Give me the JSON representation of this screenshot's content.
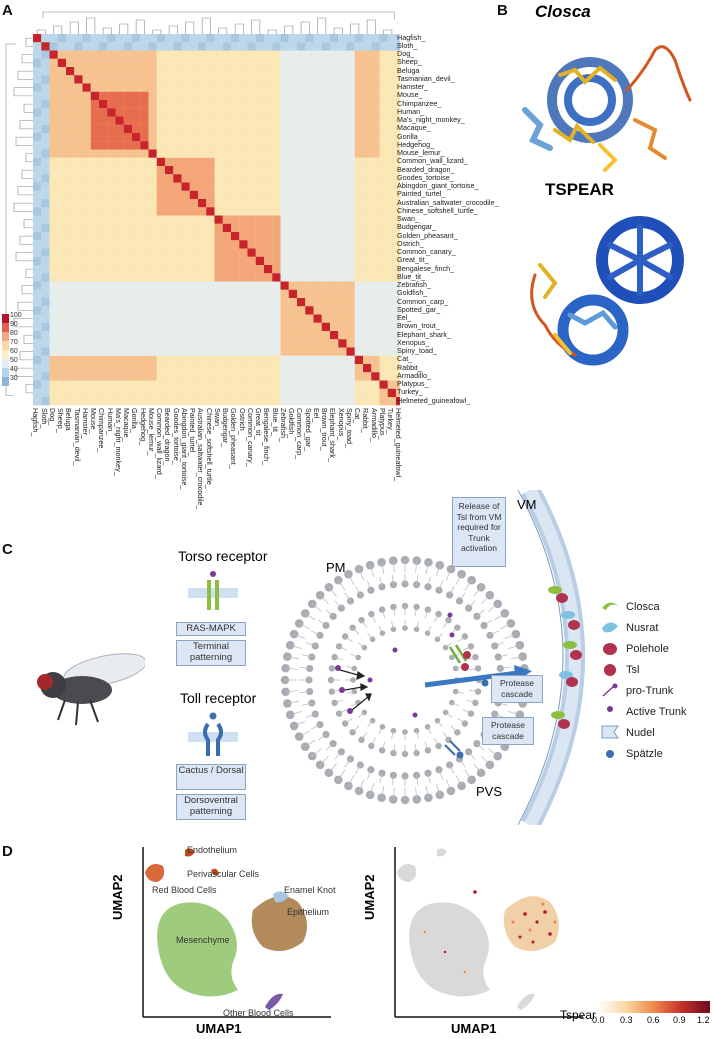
{
  "panels": {
    "a": "A",
    "b": "B",
    "c": "C",
    "d": "D"
  },
  "species": [
    "Hagfish_",
    "Sloth_",
    "Dog_",
    "Sheep_",
    "Beluga",
    "Tasmanian_devil_",
    "Hamster_",
    "Mouse_",
    "Chimpanzee_",
    "Human_",
    "Ma's_night_monkey_",
    "Macaque_",
    "Gorilla_",
    "Hedgehog_",
    "Mouse_lemur_",
    "Common_wall_lizard_",
    "Bearded_dragon_",
    "Goodes_tortoise_",
    "Abingdon_giant_tortoise_",
    "Painted_turtel_",
    "Australian_saltwater_crocodile_",
    "Chinese_softshell_turtle_",
    "Swan_",
    "Budgerigar_",
    "Golden_pheasant_",
    "Ostrich_",
    "Common_canary_",
    "Great_tit_",
    "Bengalese_finch_",
    "Blue_tit_",
    "Zebrafish_",
    "Goldfish_",
    "Common_carp_",
    "Spotted_gar_",
    "Eel_",
    "Brown_trout_",
    "Elephant_shark_",
    "Xenopus_",
    "Spiny_toad_",
    "Cat_",
    "Rabbit_",
    "Armadillo_",
    "Platypus_",
    "Turkey_",
    "Helmeted_guineafowl_"
  ],
  "scale": {
    "labels": [
      "100",
      "90",
      "80",
      "70",
      "60",
      "50",
      "40",
      "30"
    ]
  },
  "structures": {
    "closca_title": "Closca",
    "tspear_title": "TSPEAR"
  },
  "diagram": {
    "torso_title": "Torso receptor",
    "ras_mapk": "RAS-MAPK",
    "terminal": "Terminal patterning",
    "toll_title": "Toll receptor",
    "cactus": "Cactus / Dorsal",
    "dorsoventral": "Dorsoventral patterning",
    "pm": "PM",
    "vm": "VM",
    "pvs": "PVS",
    "release": "Release of Tsl from VM required for Trunk activation",
    "protease1": "Protease cascade",
    "protease2": "Protease cascade",
    "legend": [
      "Closca",
      "Nusrat",
      "Polehole",
      "Tsl",
      "pro-Trunk",
      "Active Trunk",
      "Nudel",
      "Spätzle"
    ]
  },
  "umap": {
    "left_clusters": [
      "Endothelium",
      "Perivascular Cells",
      "Red Blood Cells",
      "Enamel Knot",
      "Epithelium",
      "Mesenchyme",
      "Other Blood Cells"
    ],
    "xlabel": "UMAP1",
    "ylabel": "UMAP2",
    "xlabel_right": "UMAP1",
    "ylabel_right": "UMAP2",
    "colorbar_title": "Tspear",
    "colorbar_ticks": [
      "0.0",
      "0.3",
      "0.6",
      "0.9",
      "1.2"
    ]
  },
  "colors": {
    "heat_high": "#b2182b",
    "heat_mid": "#fde9c0",
    "heat_low": "#9cc0dc",
    "closca": "#8cbf3f",
    "nusrat": "#7ec2e2",
    "polehole": "#b0324c",
    "trunk": "#7a3a96",
    "spatzle": "#3b6db0",
    "mesenchyme": "#9ecb7c",
    "epithelium": "#b38a5c",
    "rbc": "#d86a3a",
    "endo": "#c2491c",
    "other_blood": "#7a5aa6"
  }
}
